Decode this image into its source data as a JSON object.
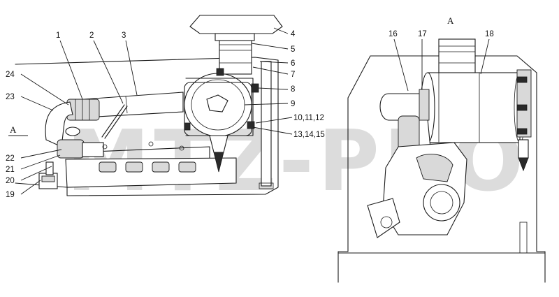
{
  "watermark": "MTZ-PRO",
  "view_labels": {
    "left": "A",
    "right": "A"
  },
  "callouts": {
    "c1": "1",
    "c2": "2",
    "c3": "3",
    "c4": "4",
    "c5": "5",
    "c6": "6",
    "c7": "7",
    "c8": "8",
    "c9": "9",
    "c10": "10,11,12",
    "c13": "13,14,15",
    "c16": "16",
    "c17": "17",
    "c18": "18",
    "c19": "19",
    "c20": "20",
    "c21": "21",
    "c22": "22",
    "c23": "23",
    "c24": "24"
  }
}
